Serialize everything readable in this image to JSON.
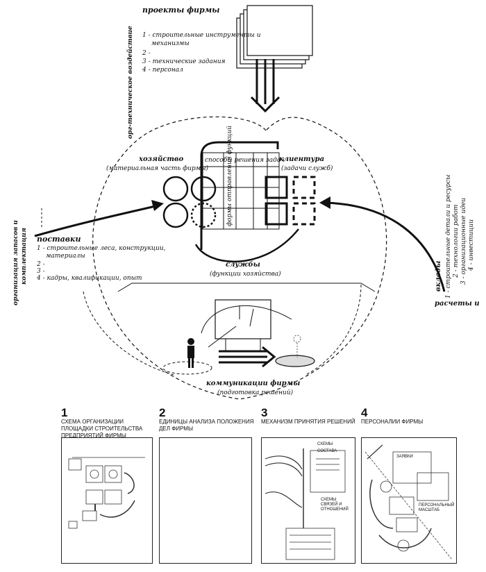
{
  "projects": {
    "title": "проекты фирмы",
    "items": [
      "1 - строительные инструменты и",
      "механизмы",
      "2 -",
      "3 - технические задания",
      "4 - персонал"
    ]
  },
  "left_vertical": "орг-техническое воздействие",
  "hozyaistvo": {
    "title": "хозяйство",
    "subtitle": "(материальная часть фирмы)"
  },
  "table_header": "способы решения задач",
  "table_vertical": "формы отправления функций",
  "klientura": {
    "title": "клиентура",
    "subtitle": "(задачи служб)"
  },
  "sluzhby": {
    "title": "службы",
    "subtitle": "(функции хозяйства)"
  },
  "postavki": {
    "title": "поставки",
    "items": [
      "1 - строительные леса, конструкции,",
      "материалы",
      "2 -",
      "3 -",
      "4 - кадры, квалификации, опыт"
    ]
  },
  "far_left_vertical": [
    "организация запасов и",
    "комплектация"
  ],
  "vklady": {
    "title": "вклады",
    "items": [
      "1 - строительные детали и ресурсы",
      "2 - технологии работ",
      "3 - организационные идеи",
      "4 - инвестиции"
    ]
  },
  "far_right_vertical": "расчеты и",
  "communications": {
    "title": "коммуникации фирмы",
    "subtitle": "(подготовка решений)"
  },
  "bottom_panels": [
    {
      "number": "1",
      "caption": "СХЕМА ОРГАНИЗАЦИИ ПЛОЩАДКИ СТРОИТЕЛЬСТВА ПРЕДПРИЯТИЙ ФИРМЫ"
    },
    {
      "number": "2",
      "caption": "ЕДИНИЦЫ АНАЛИЗА ПОЛОЖЕНИЯ ДЕЛ ФИРМЫ"
    },
    {
      "number": "3",
      "caption": "МЕХАНИЗМ ПРИНЯТИЯ РЕШЕНИЙ"
    },
    {
      "number": "4",
      "caption": "ПЕРСОНАЛИИ ФИРМЫ"
    }
  ],
  "panel3_labels": {
    "a": "СХЕМЫ СОСТАВА",
    "b": "СХЕМЫ СВЯЗЕЙ И ОТНОШЕНИЙ"
  },
  "panel4_labels": {
    "a": "ЗАЯВКИ",
    "b": "ПЕРСОНАЛЬНЫЙ МАСШТАБ"
  }
}
